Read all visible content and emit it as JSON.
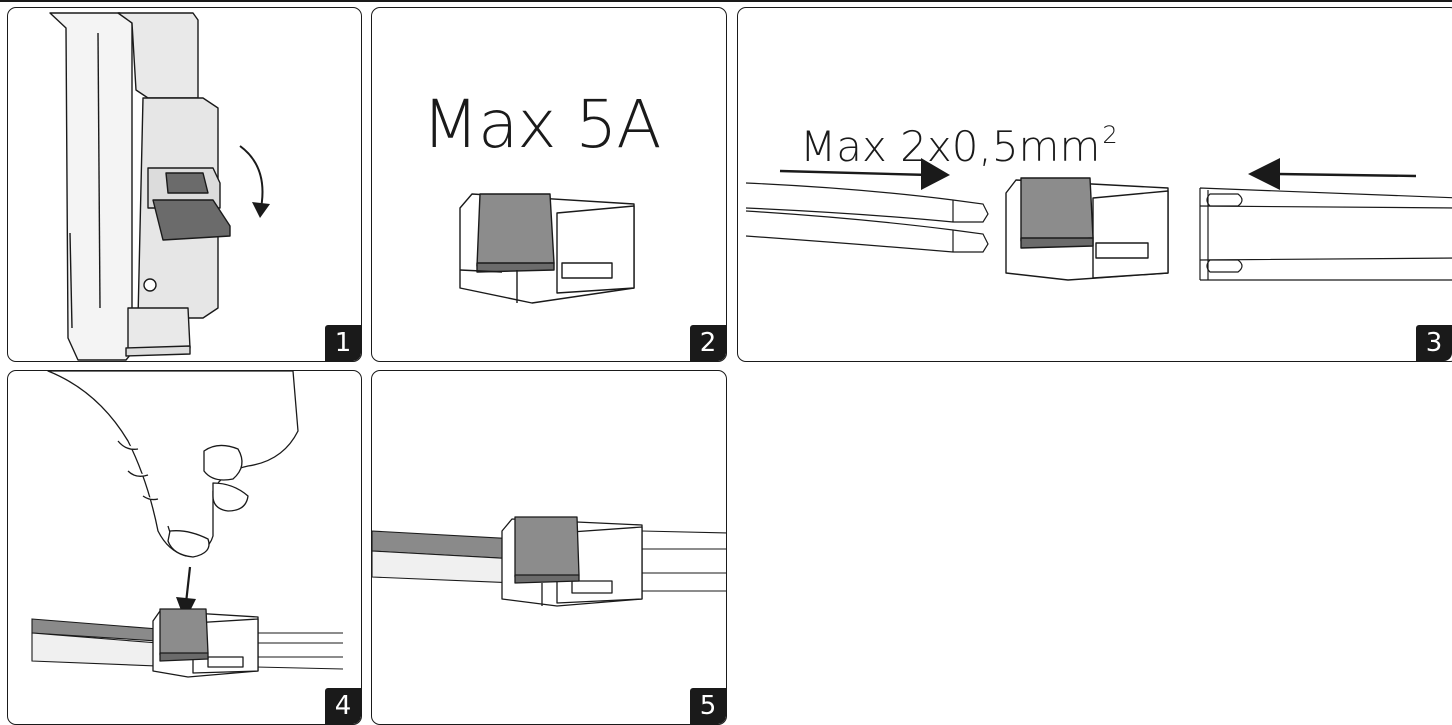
{
  "panels": [
    {
      "step": "1"
    },
    {
      "step": "2",
      "label": "Max 5A"
    },
    {
      "step": "3",
      "label": "Max 2x0,5mm",
      "label_sup": "2"
    },
    {
      "step": "4"
    },
    {
      "step": "5"
    }
  ],
  "colors": {
    "line": "#1a1a1a",
    "connector_cap": "#8c8c8c",
    "lever": "#6b6b6b",
    "breaker_body": "#e6e6e6",
    "cable_grey": "#8a8a8a",
    "cable_light": "#f0f0f0"
  },
  "icons": [
    "circuit-breaker-icon",
    "curved-arrow-icon",
    "connector-icon",
    "wire-icon",
    "arrow-right-icon",
    "arrow-left-icon",
    "hand-icon",
    "arrow-down-icon"
  ]
}
